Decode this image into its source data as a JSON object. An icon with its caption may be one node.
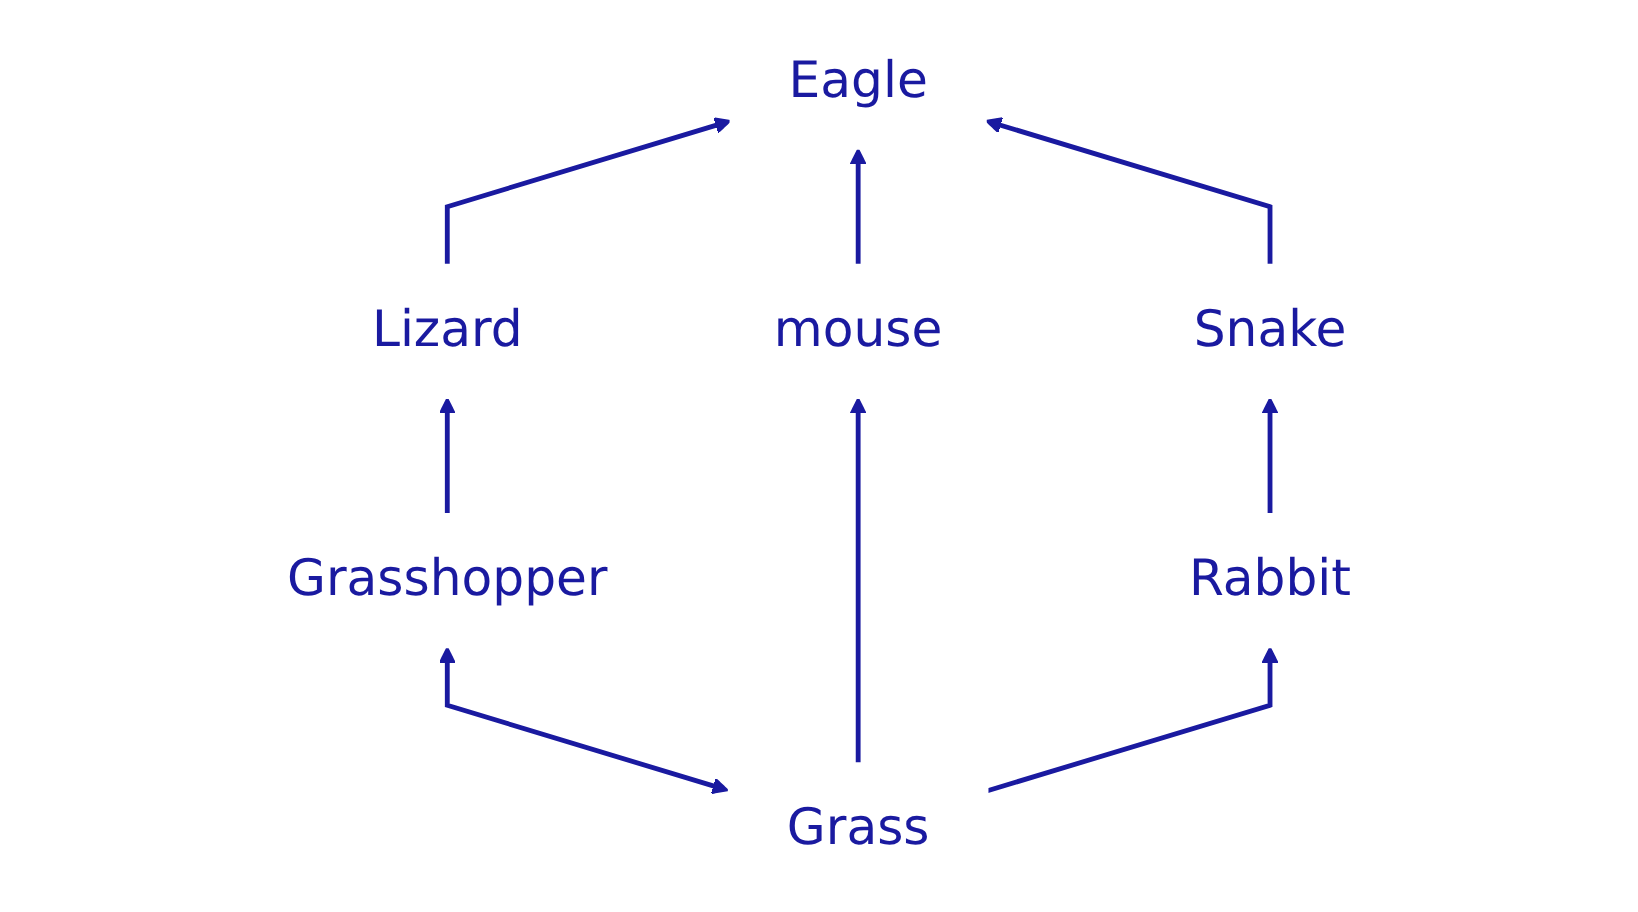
{
  "diagram": {
    "nodes": [
      {
        "text": [
          "Eagle"
        ]
      },
      {
        "text": [
          "Lizard"
        ]
      },
      {
        "text": [
          "Snake"
        ]
      },
      {
        "text": [
          "Grasshopper"
        ]
      },
      {
        "text": [
          "mouse"
        ]
      },
      {
        "text": [
          "Rabbit"
        ]
      },
      {
        "text": [
          "Grass"
        ]
      }
    ],
    "edges": [
      {
        "from": 1,
        "to": 0,
        "arrow": "to"
      },
      {
        "from": 4,
        "to": 0,
        "arrow": "to"
      },
      {
        "from": 2,
        "to": 0,
        "arrow": "to"
      },
      {
        "from": 3,
        "to": 1,
        "arrow": "to"
      },
      {
        "from": 5,
        "to": 2,
        "arrow": "to"
      },
      {
        "from": 6,
        "to": 3,
        "arrow": "both"
      },
      {
        "from": 6,
        "to": 4,
        "arrow": "to"
      },
      {
        "from": 6,
        "to": 5,
        "arrow": "to"
      }
    ]
  }
}
